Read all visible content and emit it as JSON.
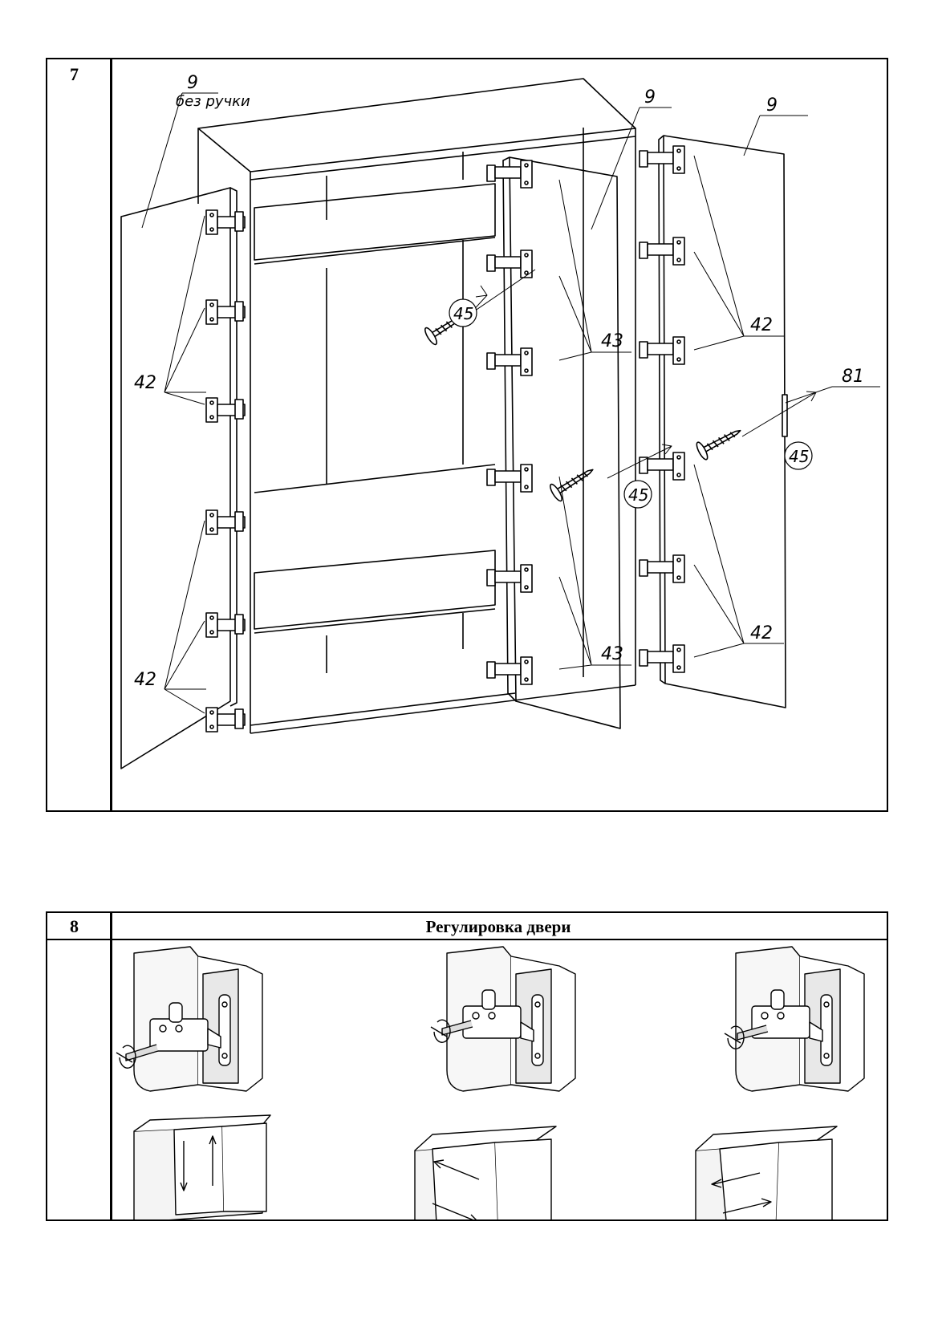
{
  "step7": {
    "number": "7",
    "labels": {
      "door_left": "9",
      "door_left_note": "без ручки",
      "door_middle": "9",
      "door_right": "9",
      "hinge_left_top": "42",
      "hinge_left_bottom": "42",
      "hinge_middle_top": "43",
      "hinge_middle_bottom": "43",
      "hinge_right_top": "42",
      "hinge_right_bottom": "42",
      "screw_middle_top": "45",
      "screw_middle_bottom": "45",
      "screw_right": "45",
      "handle": "81"
    }
  },
  "step8": {
    "number": "8",
    "title": "Регулировка двери"
  }
}
